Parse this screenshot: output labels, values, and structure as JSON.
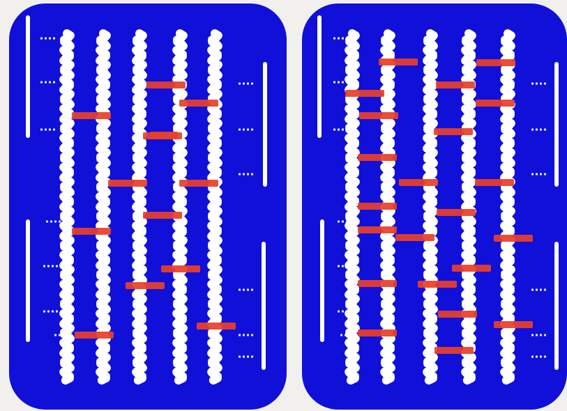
{
  "figure": {
    "colors": {
      "background": "#f2f0ec",
      "panel": "#1010d8",
      "strand": "#ffffff",
      "bar": "#e8402a",
      "dash": "#e6e9ff"
    },
    "panels": [
      {
        "id": "left",
        "strand_count": 5,
        "bar_count": 13
      },
      {
        "id": "right",
        "strand_count": 5,
        "bar_count": 22
      }
    ]
  }
}
